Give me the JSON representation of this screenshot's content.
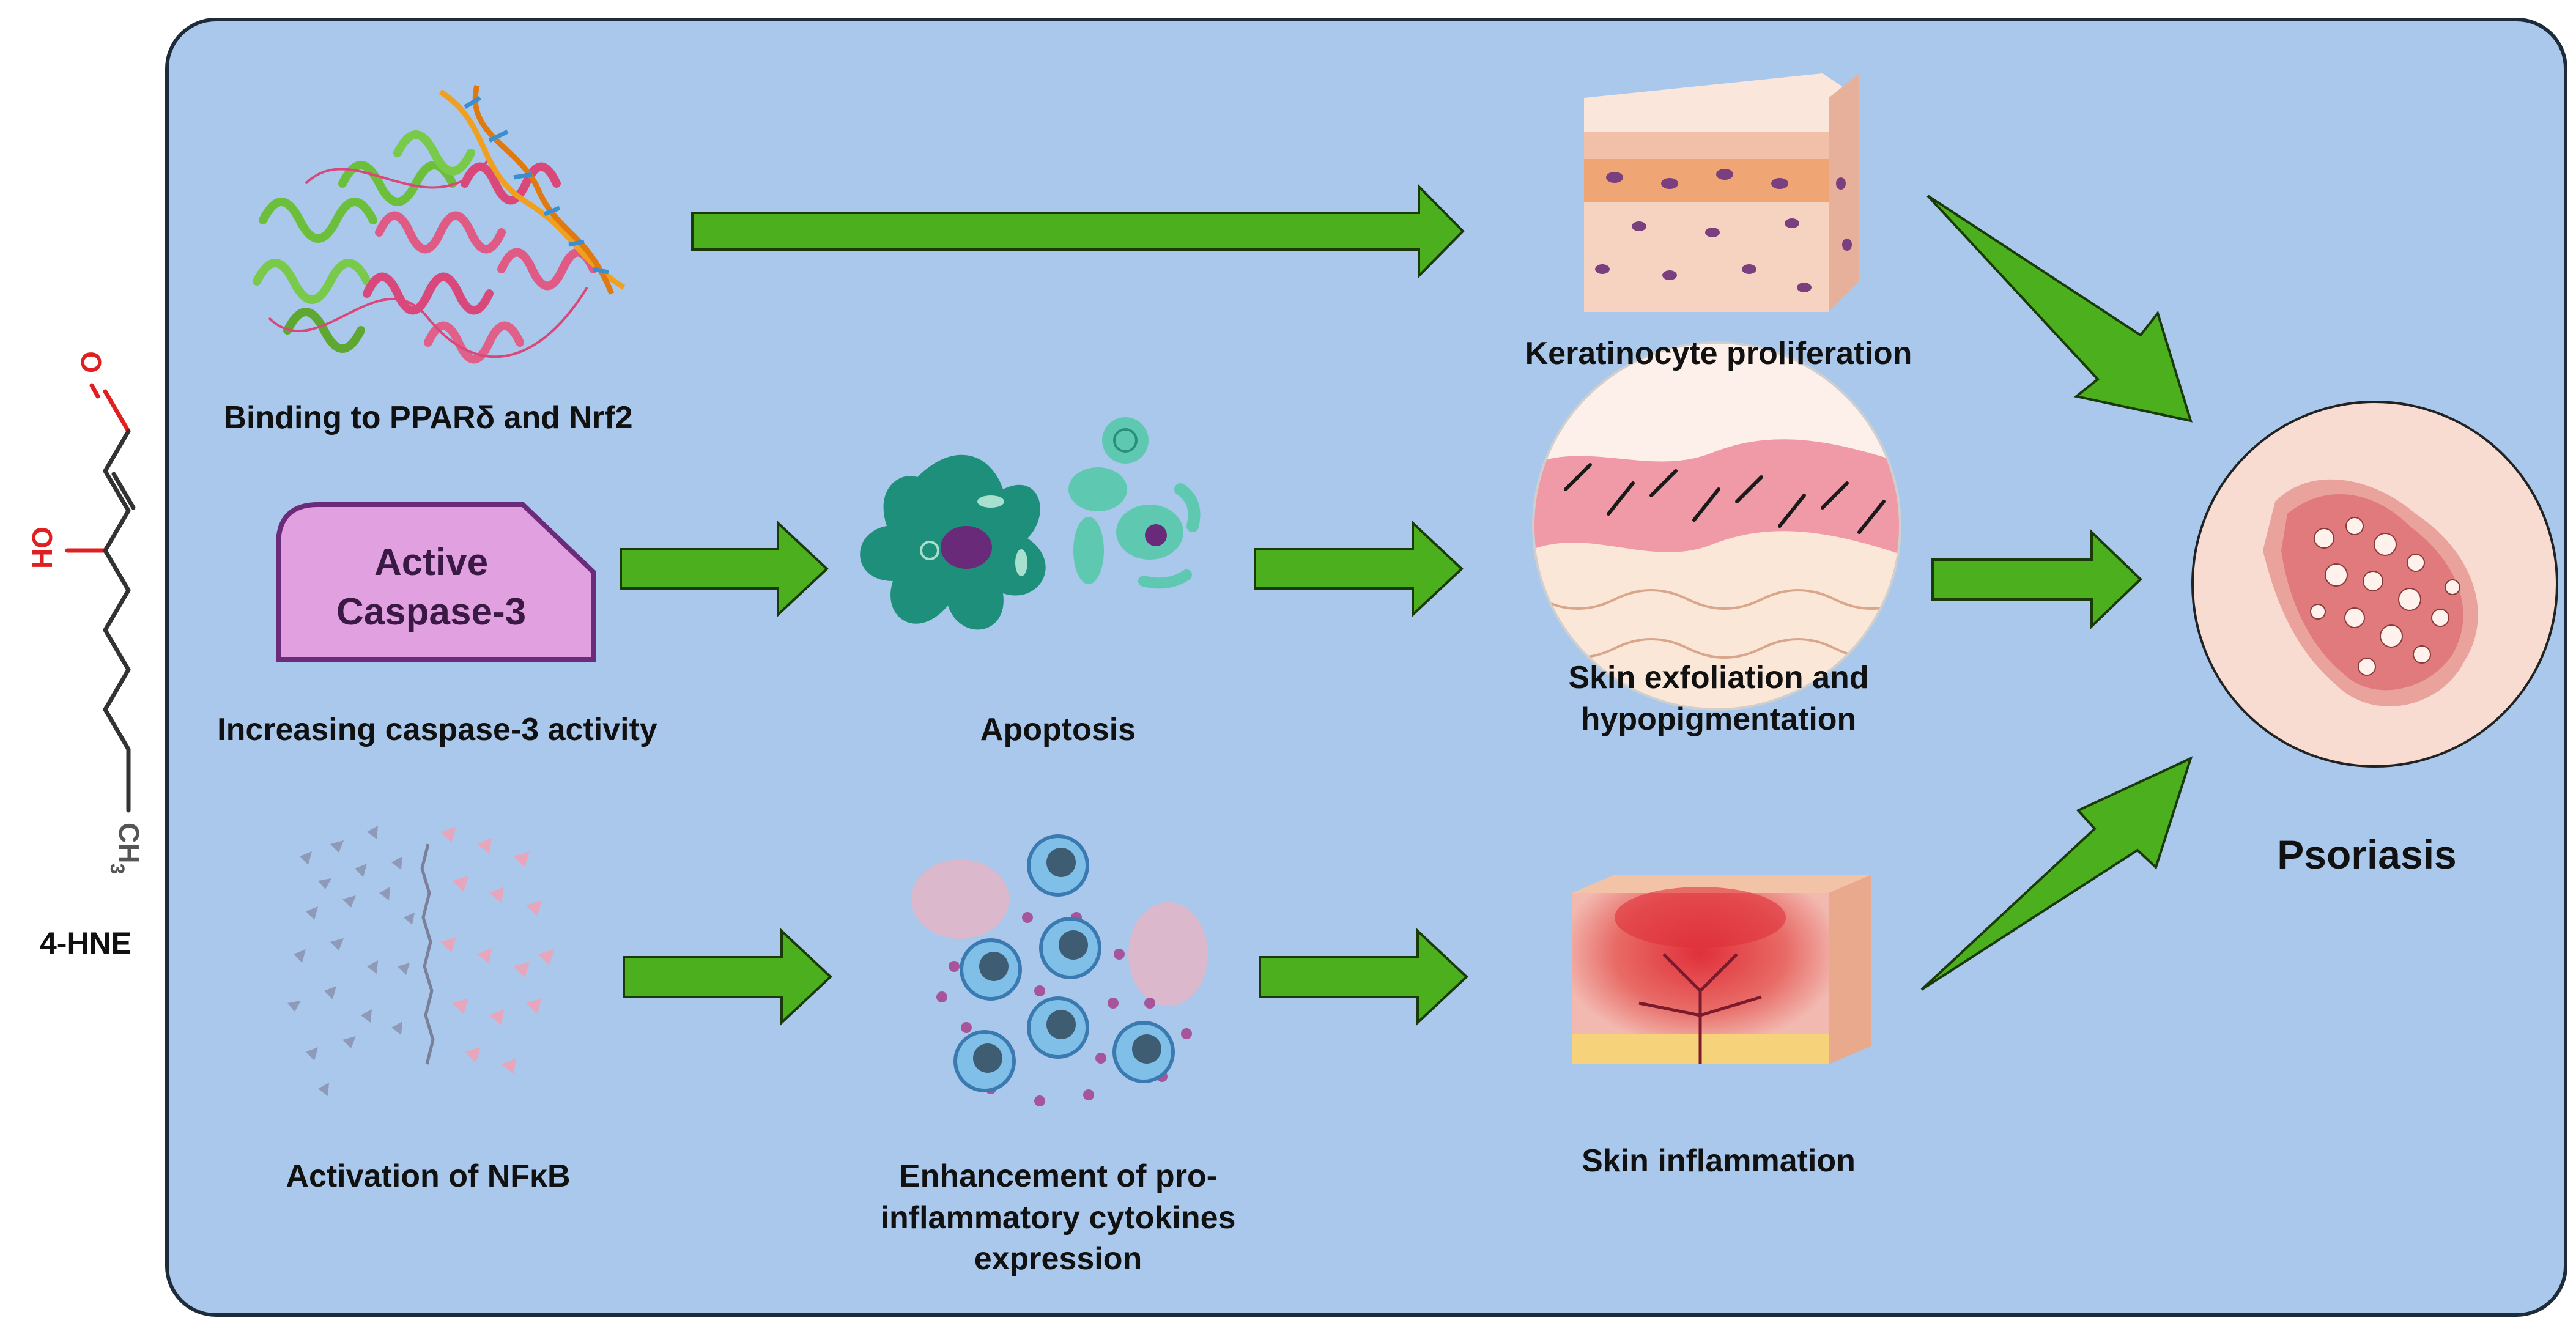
{
  "molecule": {
    "name": "4-HNE",
    "atom_o": "O",
    "atom_oh": "HO",
    "atom_ch3": "CH",
    "atom_ch3_sub": "3"
  },
  "caspase_box": {
    "line1": "Active",
    "line2": "Caspase-3"
  },
  "labels": {
    "binding": "Binding to PPARδ and Nrf2",
    "caspase": "Increasing caspase-3 activity",
    "nfkb": "Activation of NFκB",
    "apoptosis": "Apoptosis",
    "cytokines": "Enhancement of pro-inflammatory cytokines expression",
    "keratinocyte": "Keratinocyte proliferation",
    "exfoliation": "Skin exfoliation and hypopigmentation",
    "inflammation": "Skin inflammation",
    "psoriasis": "Psoriasis"
  },
  "colors": {
    "panel_bg": "#a9c8eb",
    "panel_border": "#1d2b3a",
    "arrow_fill": "#4caf1d",
    "arrow_stroke": "#1b3a0a",
    "caspase_fill": "#e1a0e0",
    "caspase_stroke": "#6b2a7a"
  }
}
